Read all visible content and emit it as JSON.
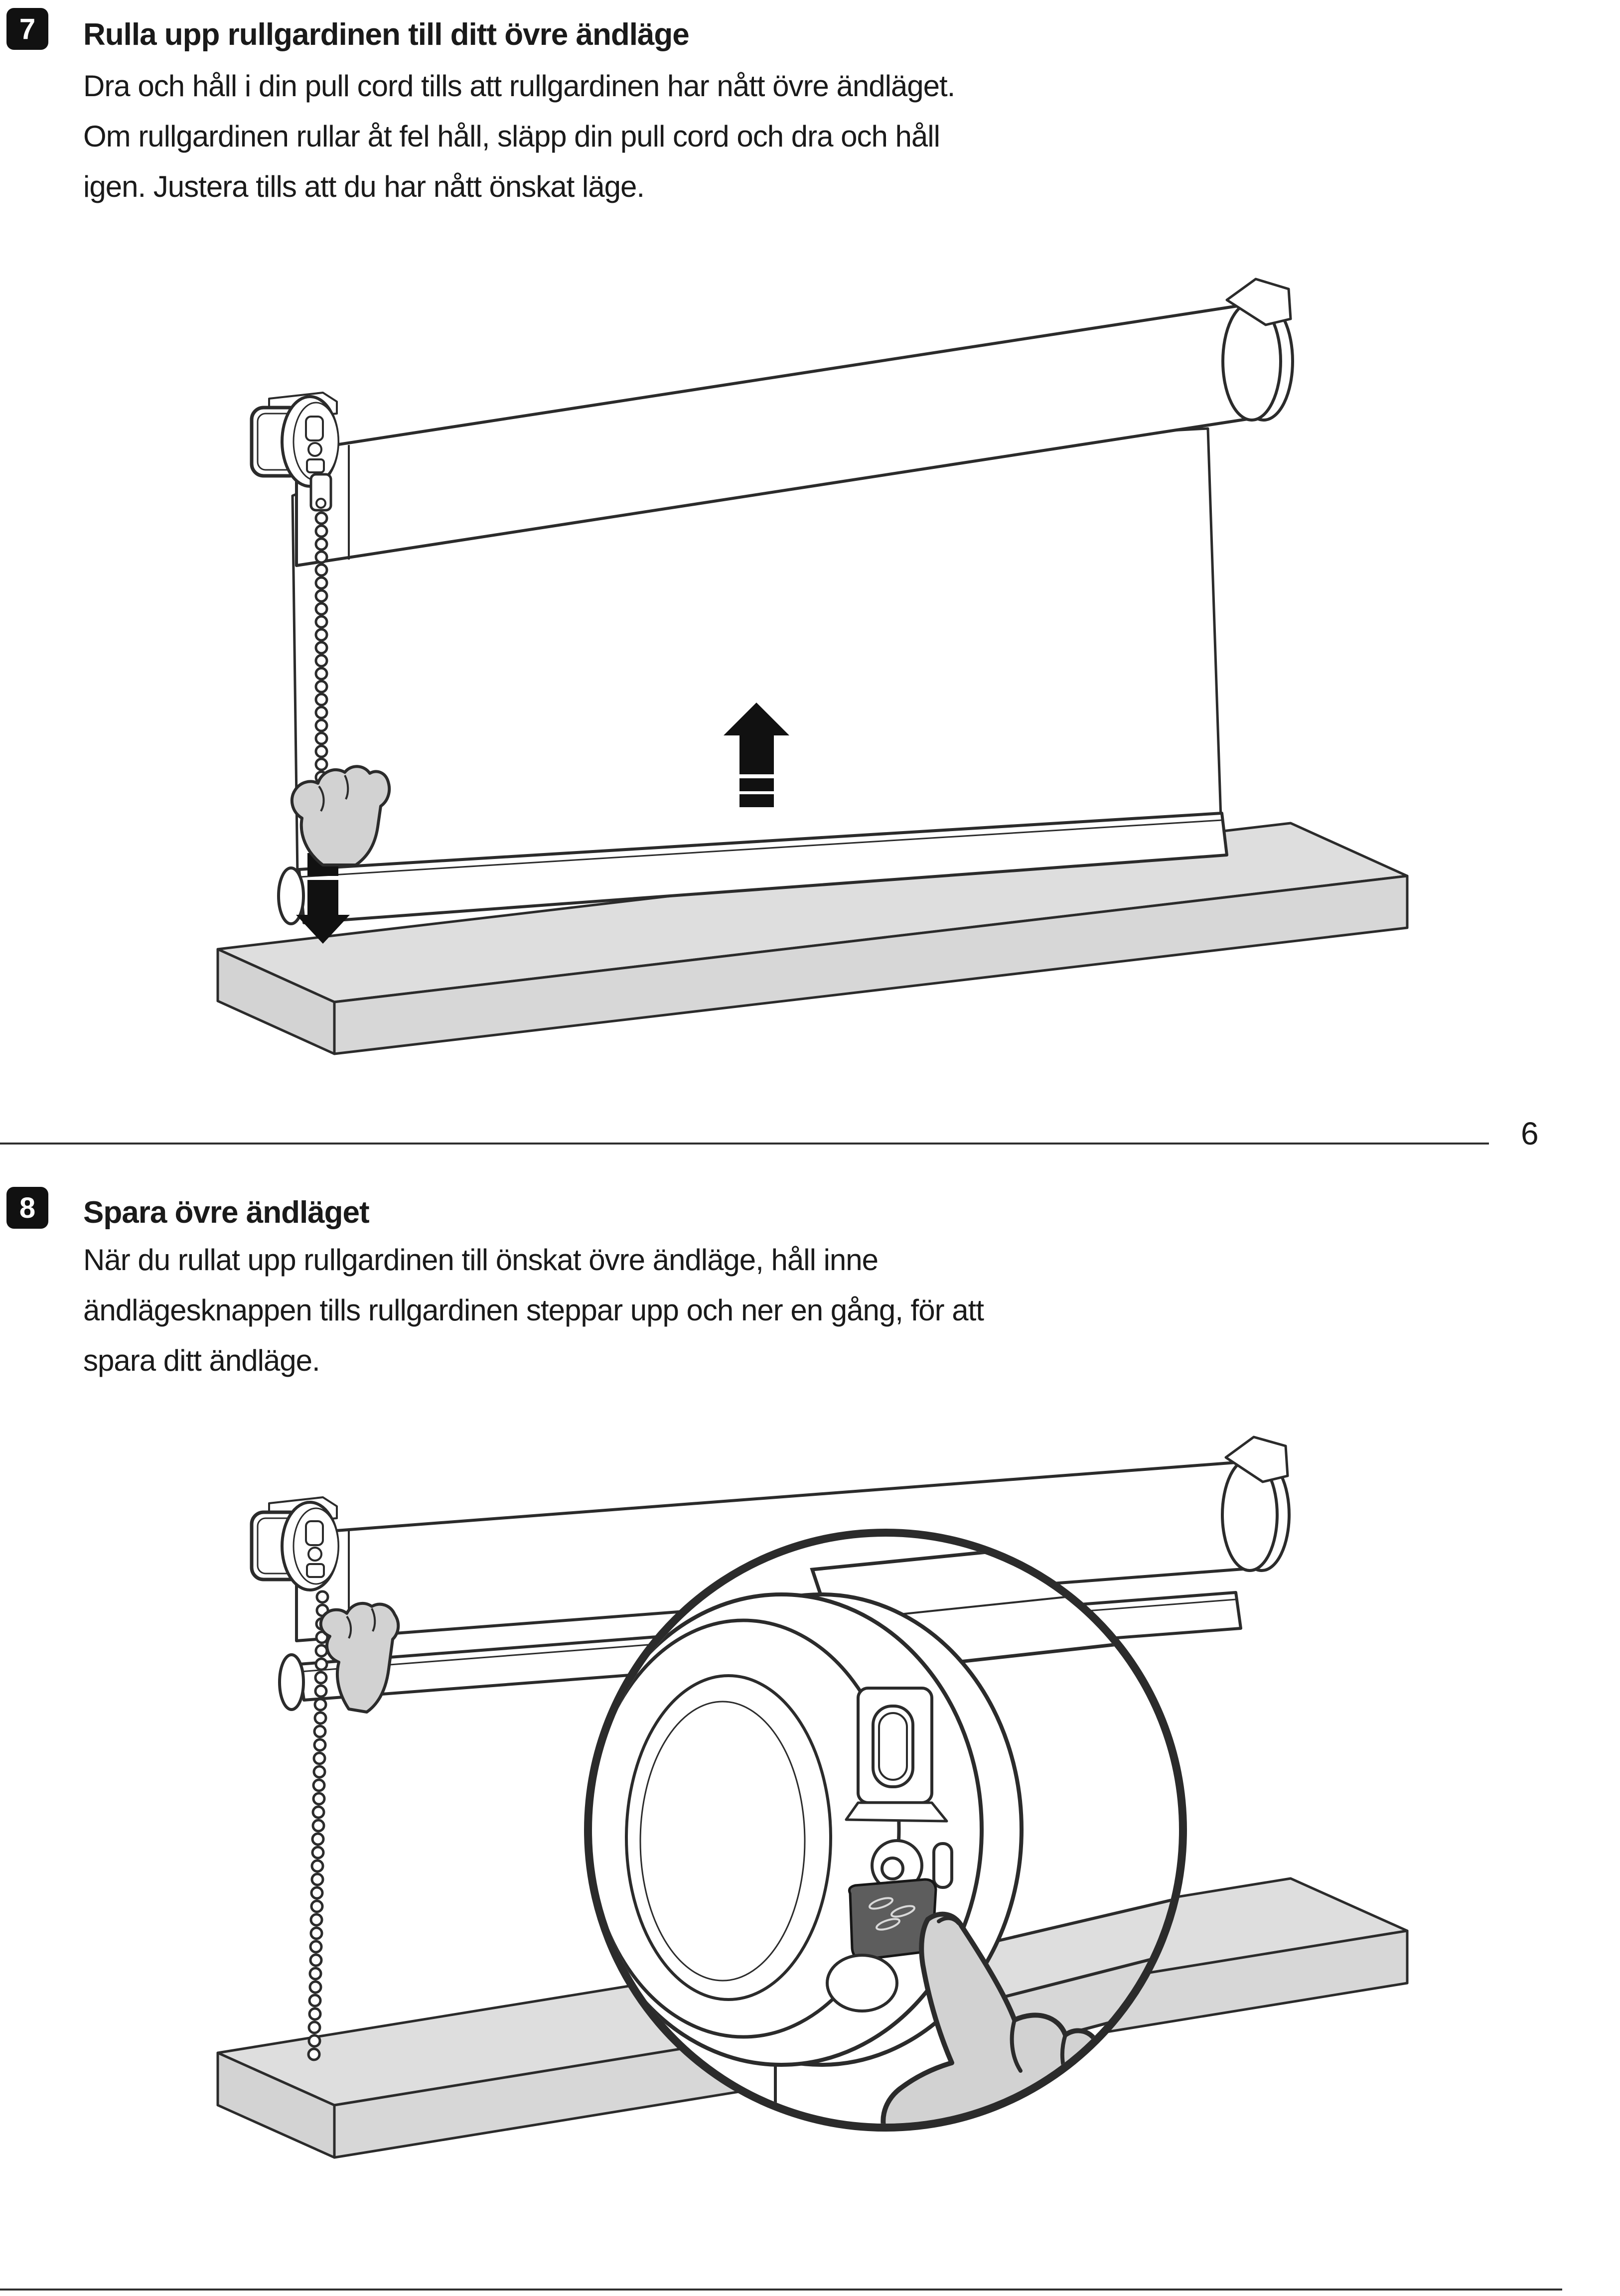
{
  "page": {
    "number": "6",
    "background": "#ffffff",
    "text_color": "#1a1a1a"
  },
  "steps": [
    {
      "number": "7",
      "title": "Rulla upp rullgardinen till ditt övre ändläge",
      "body_lines": [
        "Dra och håll i din pull cord tills att rullgardinen har nått övre ändläget.",
        "Om rullgardinen rullar åt fel håll, släpp din pull cord och dra och håll",
        "igen. Justera tills att du har nått önskat läge."
      ],
      "illustration": "roller blind being pulled up by bead chain, up arrow on fabric, down arrow on chain"
    },
    {
      "number": "8",
      "title": "Spara övre ändläget",
      "body_lines": [
        "När du rullat upp rullgardinen till önskat övre ändläge, håll inne",
        "ändlägesknappen tills rullgardinen steppar upp och ner en gång, för att",
        "spara ditt ändläge."
      ],
      "illustration": "rolled-up blind with magnifier circle showing finger holding end-stop button"
    }
  ],
  "icons": {
    "up_arrow": "up-arrow-icon",
    "down_arrow": "down-arrow-icon",
    "bead_chain": "pull-cord-chain",
    "hand": "hand-icon",
    "magnifier": "magnifier-circle",
    "end_stop_button": "end-stop-button"
  },
  "colors": {
    "stroke": "#2b2b2b",
    "hand_fill": "#d2d2d2",
    "shelf_fill": "#dedede",
    "button_fill": "#5d5d5d",
    "badge_fill": "#111111"
  }
}
